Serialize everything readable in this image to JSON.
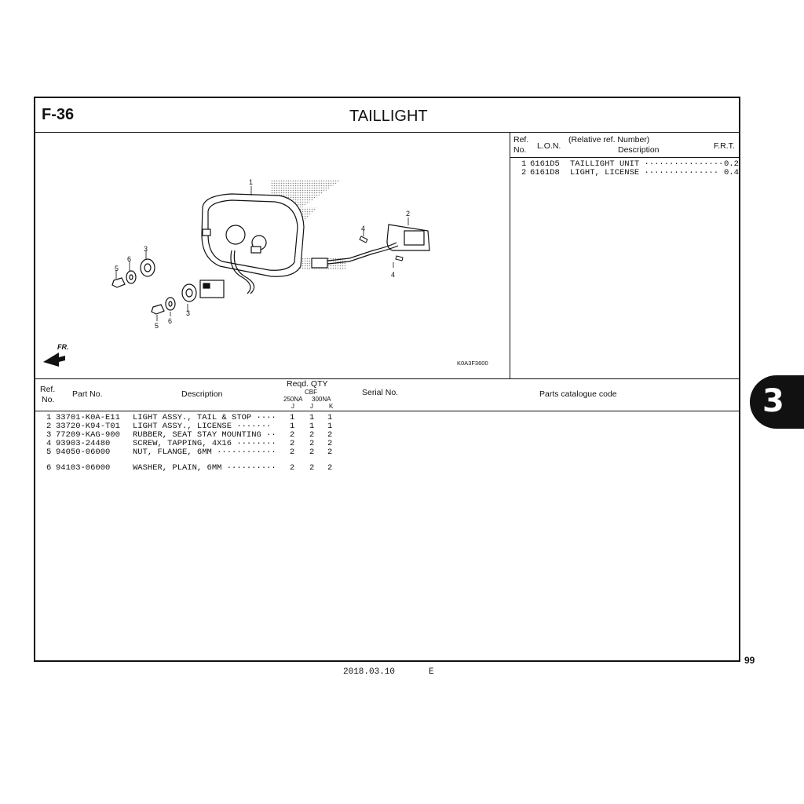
{
  "header": {
    "section": "F-36",
    "title": "TAILLIGHT"
  },
  "diagram": {
    "image_code": "K0A3F3600",
    "fr_label": "FR.",
    "callouts": [
      "1",
      "2",
      "3",
      "3",
      "4",
      "4",
      "5",
      "5",
      "6",
      "6"
    ]
  },
  "lon_table": {
    "headers": {
      "ref": "Ref.",
      "no": "No.",
      "lon": "L.O.N.",
      "rel": "(Relative ref. Number)",
      "desc": "Description",
      "frt": "F.R.T."
    },
    "rows": [
      {
        "ref": "1",
        "lon": "6161D5",
        "desc": "TAILLIGHT UNIT ················",
        "frt": "0.2"
      },
      {
        "ref": "2",
        "lon": "6161D8",
        "desc": "LIGHT, LICENSE ···············",
        "frt": "0.4"
      }
    ]
  },
  "parts_table": {
    "headers": {
      "ref": "Ref.",
      "no": "No.",
      "part_no": "Part No.",
      "description": "Description",
      "reqd_qty": "Reqd. QTY",
      "cbf": "CBF",
      "m250": "250NA",
      "m300": "300NA",
      "c1": "J",
      "c2": "J",
      "c3": "K",
      "serial": "Serial No.",
      "catalogue": "Parts catalogue code"
    },
    "rows": [
      {
        "ref": "1",
        "part_no": "33701-K0A-E11",
        "description": "LIGHT ASSY., TAIL & STOP ····",
        "q1": "1",
        "q2": "1",
        "q3": "1"
      },
      {
        "ref": "2",
        "part_no": "33720-K94-T01",
        "description": "LIGHT ASSY., LICENSE ·······",
        "q1": "1",
        "q2": "1",
        "q3": "1"
      },
      {
        "ref": "3",
        "part_no": "77209-KAG-900",
        "description": "RUBBER, SEAT STAY MOUNTING ··",
        "q1": "2",
        "q2": "2",
        "q3": "2"
      },
      {
        "ref": "4",
        "part_no": "93903-24480",
        "description": "SCREW, TAPPING, 4X16 ········",
        "q1": "2",
        "q2": "2",
        "q3": "2"
      },
      {
        "ref": "5",
        "part_no": "94050-06000",
        "description": "NUT, FLANGE, 6MM ············",
        "q1": "2",
        "q2": "2",
        "q3": "2"
      },
      {
        "ref": "6",
        "part_no": "94103-06000",
        "description": "WASHER, PLAIN, 6MM ··········",
        "q1": "2",
        "q2": "2",
        "q3": "2"
      }
    ]
  },
  "footer": {
    "page": "99",
    "date": "2018.03.10",
    "lang": "E"
  },
  "side_tab": {
    "label": "3"
  }
}
